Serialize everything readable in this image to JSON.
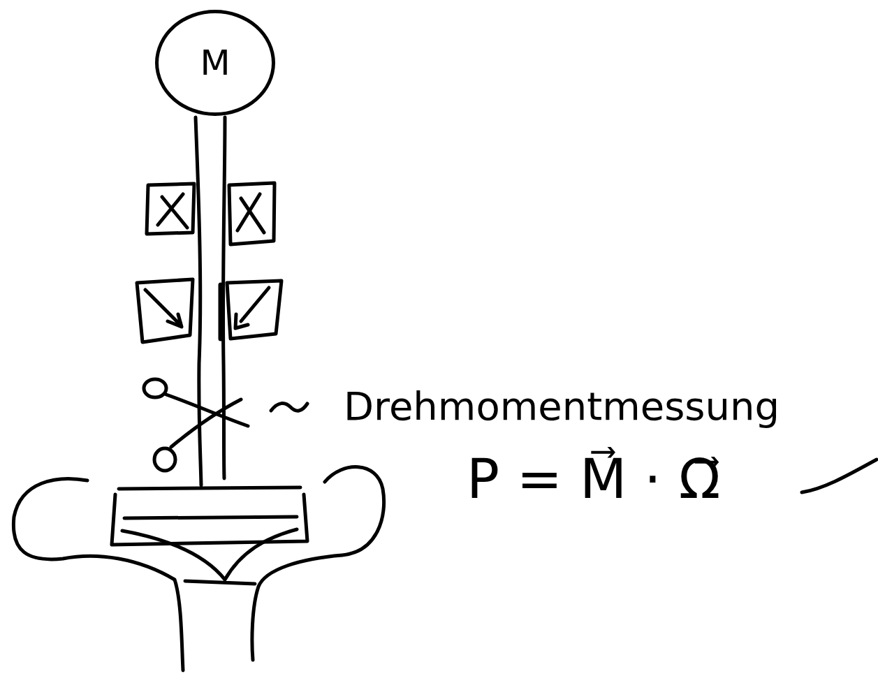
{
  "diagram": {
    "nodes": [
      {
        "text": [
          "M"
        ]
      }
    ],
    "labels": [
      "Drehmomentmessung",
      "P = M⃗ · Ω⃗"
    ]
  }
}
